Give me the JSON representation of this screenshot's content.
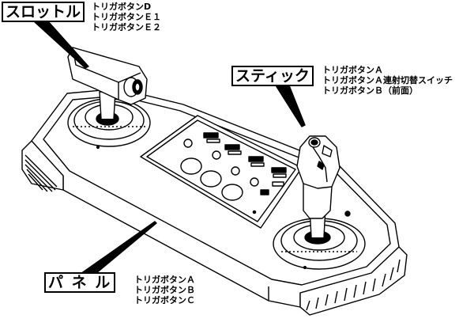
{
  "callouts": {
    "throttle": {
      "label": "スロットル",
      "items": [
        "トリガボタンD",
        "トリガボタンＥ１",
        "トリガボタンＥ２"
      ]
    },
    "stick": {
      "label": "スティック",
      "items": [
        "トリガボタンＡ",
        "トリガボタンＡ連射切替スイッチ",
        "トリガボタンＢ（前面）"
      ]
    },
    "panel": {
      "label": "パ ネ ル",
      "items": [
        "トリガボタンＡ",
        "トリガボタンＢ",
        "トリガボタンＣ"
      ]
    }
  }
}
